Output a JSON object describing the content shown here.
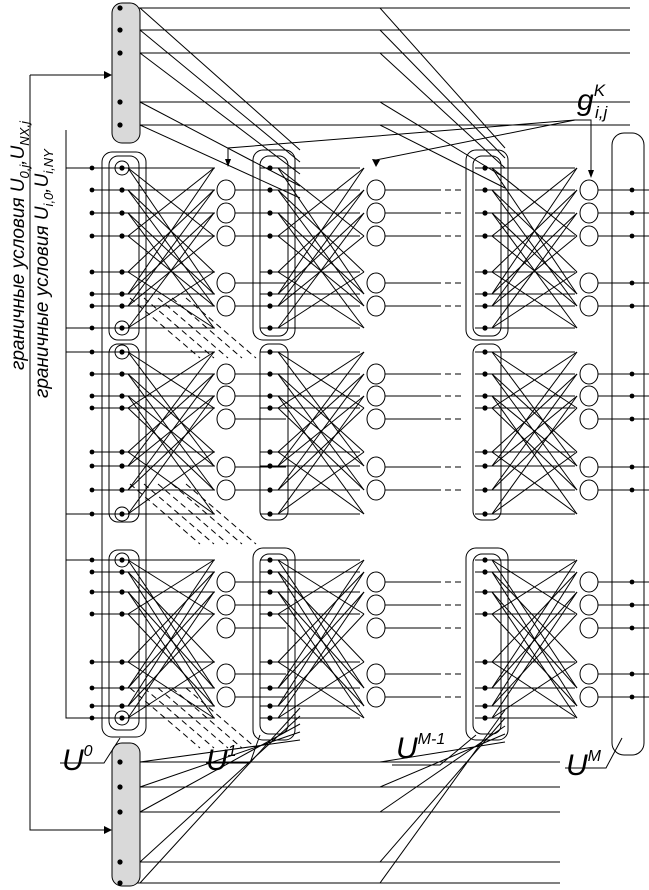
{
  "side_labels": {
    "boundary_x": "граничные условия U",
    "boundary_x_sub": "0,j",
    "boundary_x_sep": ",U",
    "boundary_x_sub2": "NX,j",
    "boundary_y": "граничные условия U",
    "boundary_y_sub": "i,0",
    "boundary_y_sep": ",U",
    "boundary_y_sub2": "i,NY"
  },
  "layers": [
    {
      "base": "U",
      "sup": "0"
    },
    {
      "base": "U",
      "sup": "1"
    },
    {
      "base": "U",
      "sup": "M-1"
    },
    {
      "base": "U",
      "sup": "M"
    }
  ],
  "gate": {
    "base": "g",
    "sup": "K",
    "sub": "i,j"
  },
  "colors": {
    "line": "#000000",
    "boundary_fill": "#d9d9d9",
    "background": "#ffffff"
  }
}
